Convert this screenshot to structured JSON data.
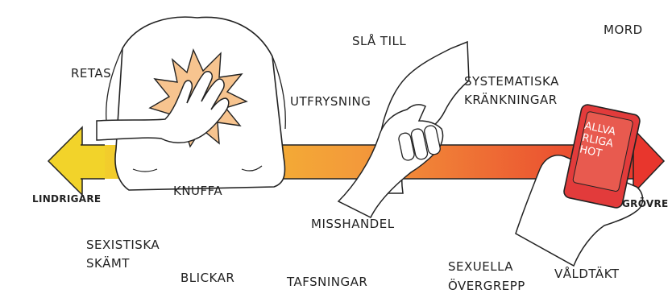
{
  "colors": {
    "arrow_left": "#f2d32a",
    "arrow_mid": "#f39a3a",
    "arrow_right": "#e8362d",
    "burst": "#f7c48f",
    "phone": "#e23b3b"
  },
  "labels": {
    "retas": "RETAS",
    "sla_till": "SLÅ TILL",
    "mord": "MORD",
    "utfrysning": "UTFRYSNING",
    "systematiska": "SYSTEMATISKA",
    "krankningar": "KRÄNKNINGAR",
    "lindrigare": "LINDRIGARE",
    "grovre": "GRÖVRE",
    "knuffa": "KNUFFA",
    "misshandel": "MISSHANDEL",
    "sexistiska": "SEXISTISKA",
    "skamt": "SKÄMT",
    "blickar": "BLICKAR",
    "tafsningar": "TAFSNINGAR",
    "sexuella": "SEXUELLA",
    "overgrepp": "ÖVERGREPP",
    "valdtakt": "VÅLDTÄKT"
  },
  "phone": {
    "line1": "ALLVA",
    "line2": "RLIGA",
    "line3": "HOT"
  },
  "icons": {
    "left_arrow": "arrow-left-icon",
    "right_arrow": "arrow-right-icon"
  }
}
